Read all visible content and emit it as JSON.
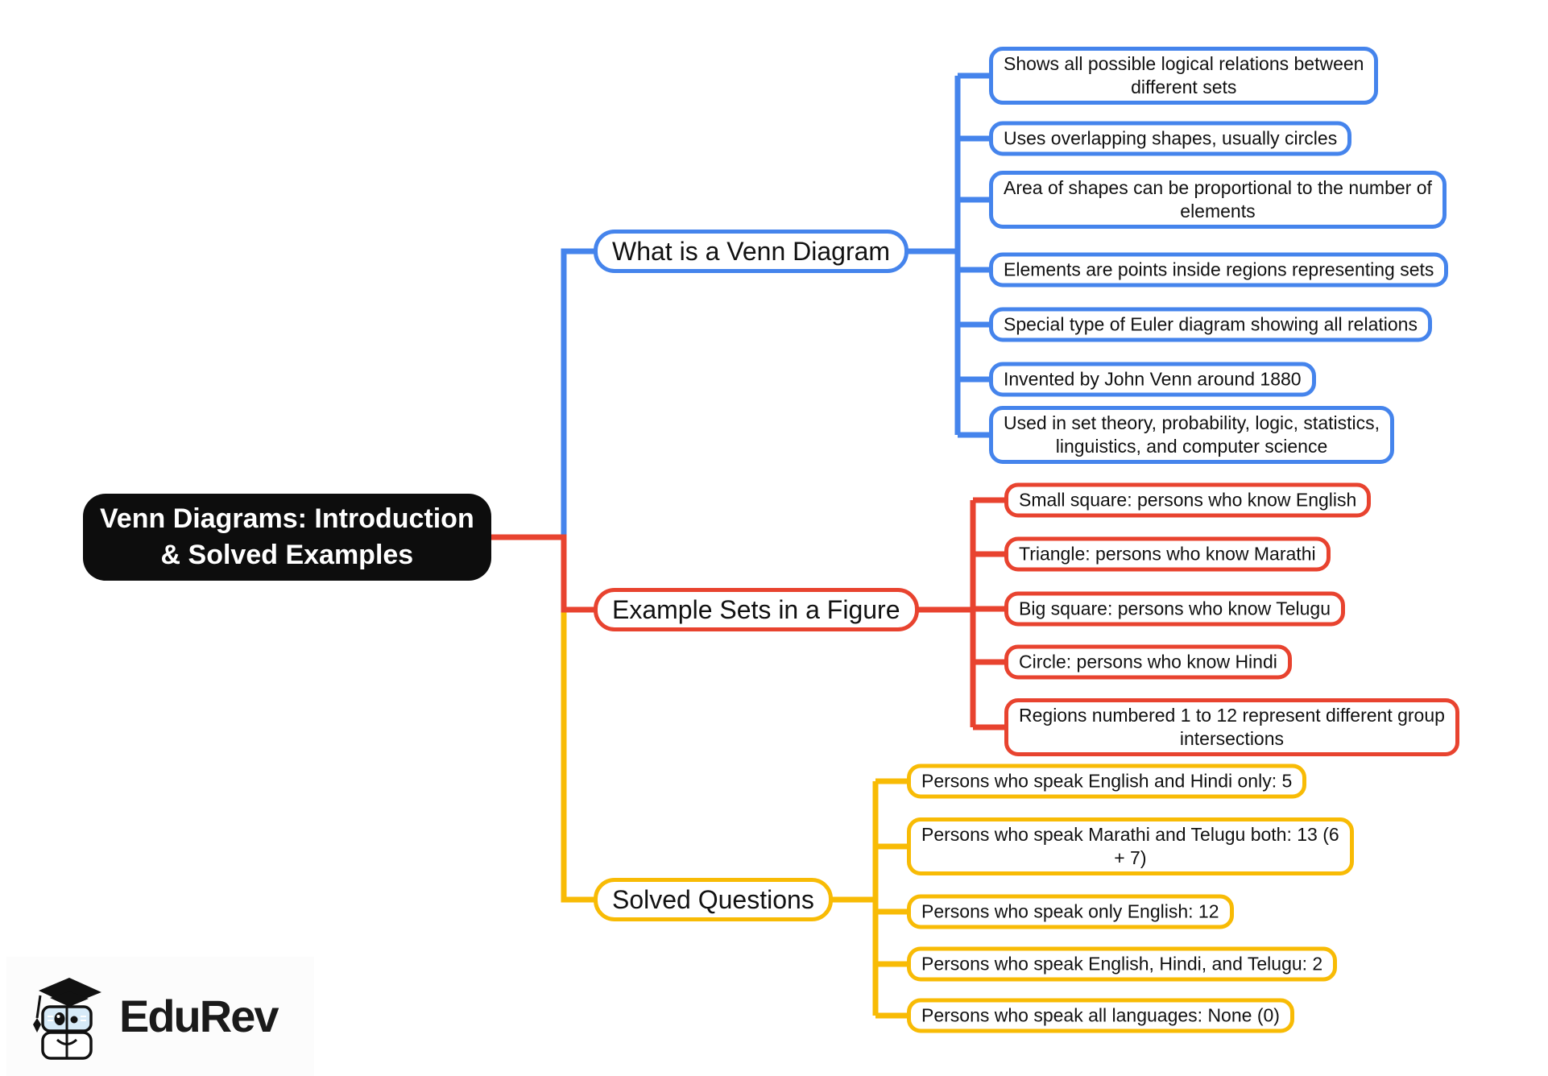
{
  "title": "Venn Diagrams: Introduction & Solved Examples",
  "central": {
    "text": "Venn Diagrams: Introduction\n& Solved Examples",
    "bg_color": "#0d0d0d",
    "text_color": "#ffffff"
  },
  "branches": [
    {
      "label": "What is a Venn Diagram",
      "color": "#4584EC",
      "leaves": [
        {
          "text": "Shows all possible logical relations between\ndifferent sets"
        },
        {
          "text": "Uses overlapping shapes, usually circles"
        },
        {
          "text": "Area of shapes can be proportional to the number of\nelements"
        },
        {
          "text": "Elements are points inside regions representing sets"
        },
        {
          "text": "Special type of Euler diagram showing all relations"
        },
        {
          "text": "Invented by John Venn around 1880"
        },
        {
          "text": "Used in set theory, probability, logic, statistics,\nlinguistics, and computer science"
        }
      ]
    },
    {
      "label": "Example Sets in a Figure",
      "color": "#E8432F",
      "leaves": [
        {
          "text": "Small square: persons who know English"
        },
        {
          "text": "Triangle: persons who know Marathi"
        },
        {
          "text": "Big square: persons who know Telugu"
        },
        {
          "text": "Circle: persons who know Hindi"
        },
        {
          "text": "Regions numbered 1 to 12 represent different group\nintersections"
        }
      ]
    },
    {
      "label": "Solved Questions",
      "color": "#F8BB05",
      "leaves": [
        {
          "text": "Persons who speak English and Hindi only: 5"
        },
        {
          "text": "Persons who speak Marathi and Telugu both: 13 (6\n+ 7)"
        },
        {
          "text": "Persons who speak only English: 12"
        },
        {
          "text": "Persons who speak English, Hindi, and Telugu: 2"
        },
        {
          "text": "Persons who speak all languages: None (0)"
        }
      ]
    }
  ],
  "logo": {
    "text": "EduRev",
    "icon": "edurev-mascot-graduation-cap-icon"
  }
}
